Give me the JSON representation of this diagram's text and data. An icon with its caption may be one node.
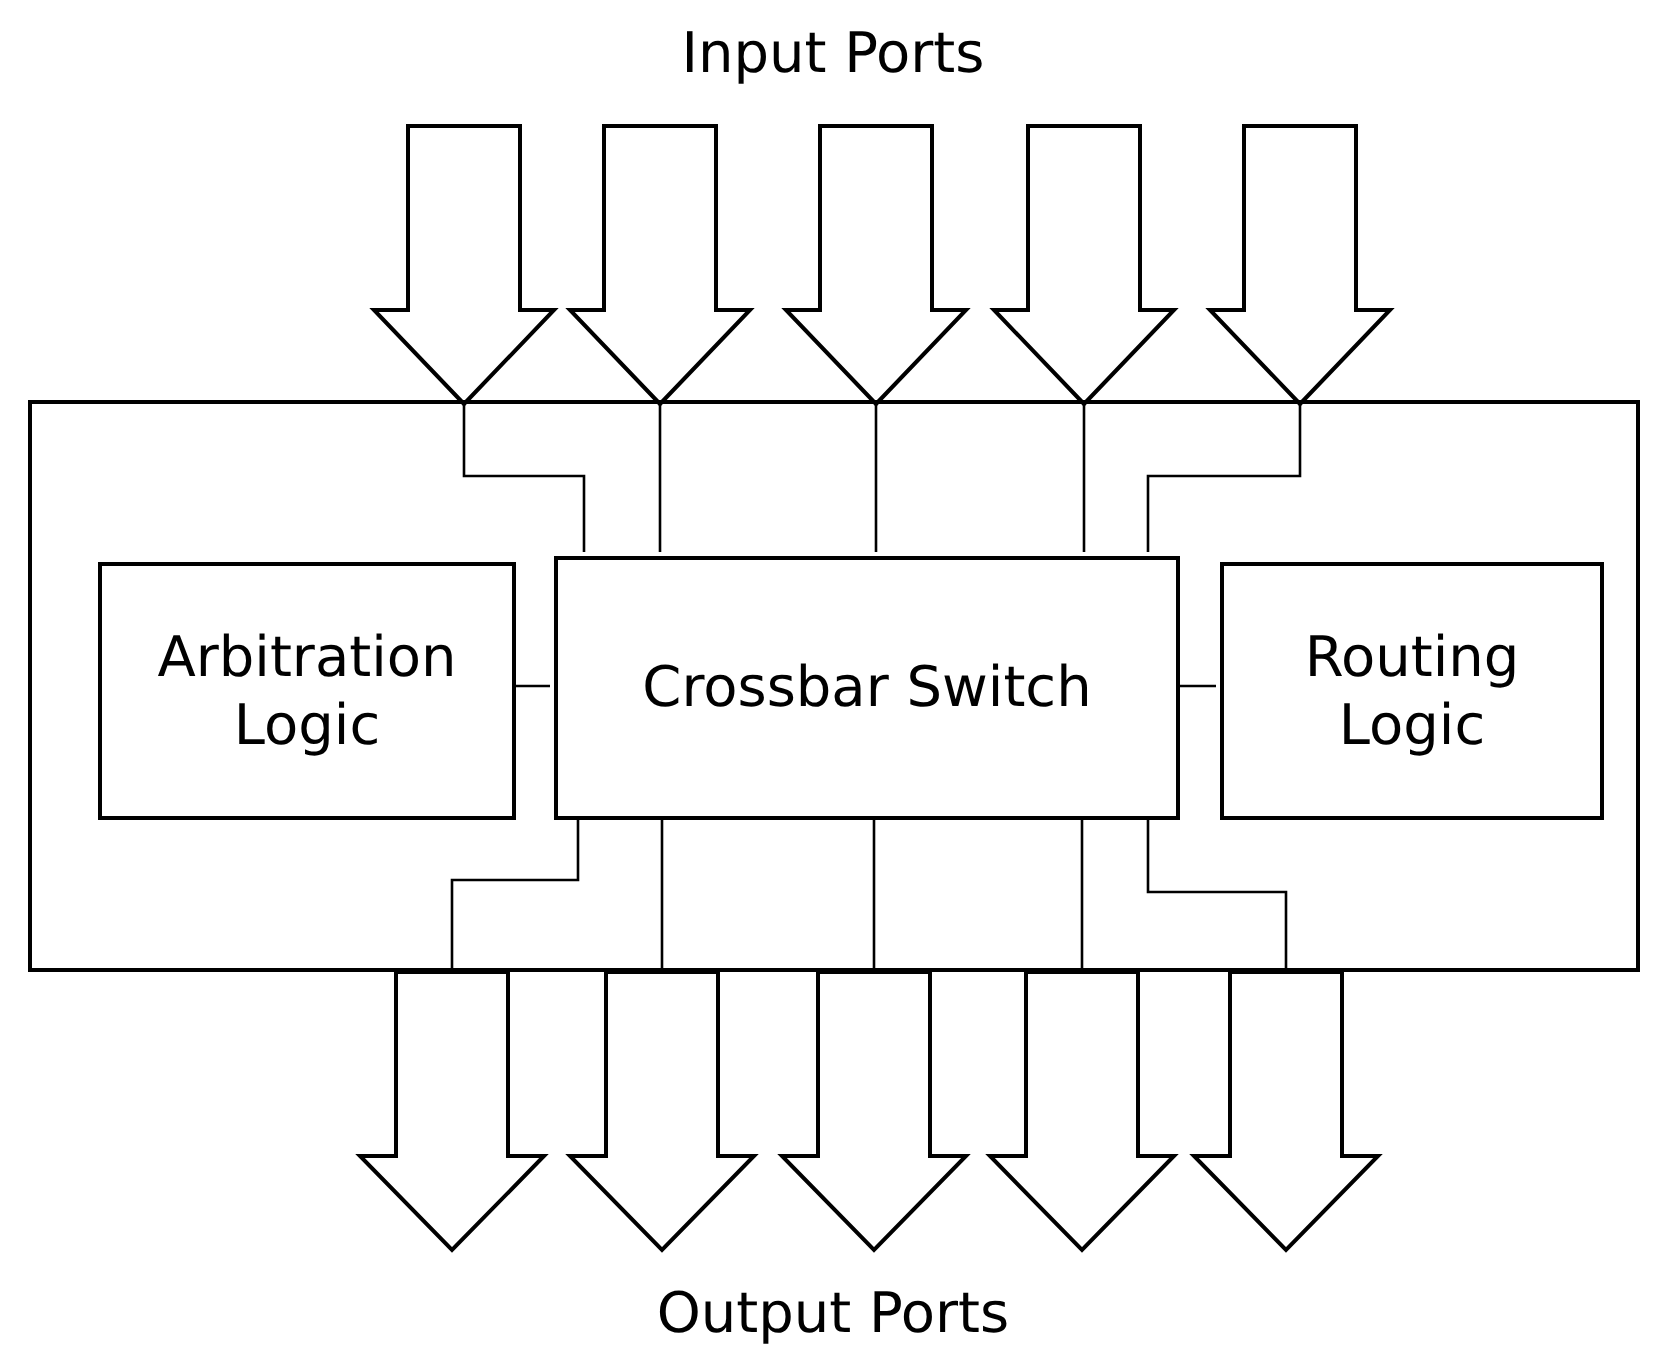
{
  "diagram": {
    "nodes": [
      {
        "text": [],
        "shape": "arrow"
      },
      {
        "text": [],
        "shape": "arrow"
      },
      {
        "text": [],
        "shape": "arrow"
      },
      {
        "text": [],
        "shape": "arrow"
      },
      {
        "text": [],
        "shape": "arrow"
      },
      {
        "text": [],
        "shape": "box"
      },
      {
        "text": [
          "Arbitration Logic"
        ],
        "in": 5
      },
      {
        "text": [
          "Crossbar Switch"
        ],
        "in": 5
      },
      {
        "text": [
          "Routing Logic"
        ],
        "in": 5
      },
      {
        "text": [],
        "shape": "arrow"
      },
      {
        "text": [],
        "shape": "arrow"
      },
      {
        "text": [],
        "shape": "arrow"
      },
      {
        "text": [],
        "shape": "arrow"
      },
      {
        "text": [],
        "shape": "arrow"
      }
    ],
    "edges": [
      {
        "from": 0,
        "to": 7,
        "arrow": "none"
      },
      {
        "from": 1,
        "to": 7,
        "arrow": "none"
      },
      {
        "from": 2,
        "to": 7,
        "arrow": "none"
      },
      {
        "from": 3,
        "to": 7,
        "arrow": "none"
      },
      {
        "from": 4,
        "to": 7,
        "arrow": "none"
      },
      {
        "from": 6,
        "to": 7,
        "arrow": "none"
      },
      {
        "from": 7,
        "to": 8,
        "arrow": "none"
      },
      {
        "from": 7,
        "to": 9,
        "arrow": "none"
      },
      {
        "from": 7,
        "to": 10,
        "arrow": "none"
      },
      {
        "from": 7,
        "to": 11,
        "arrow": "none"
      },
      {
        "from": 7,
        "to": 12,
        "arrow": "none"
      },
      {
        "from": 7,
        "to": 13,
        "arrow": "none"
      }
    ],
    "labels": [
      "Input Ports",
      "Output Ports"
    ]
  }
}
